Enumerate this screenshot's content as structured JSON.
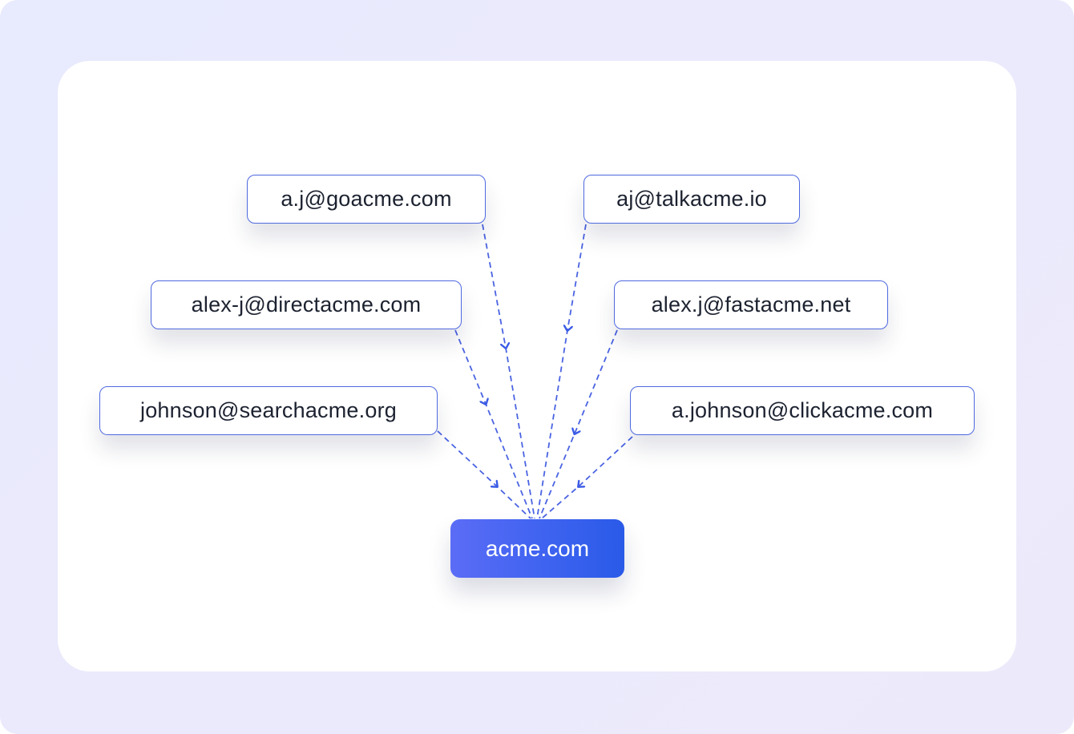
{
  "diagram": {
    "type": "many-to-one mapping",
    "sources": [
      {
        "id": "n1",
        "label": "a.j@goacme.com"
      },
      {
        "id": "n2",
        "label": "aj@talkacme.io"
      },
      {
        "id": "n3",
        "label": "alex-j@directacme.com"
      },
      {
        "id": "n4",
        "label": "alex.j@fastacme.net"
      },
      {
        "id": "n5",
        "label": "johnson@searchacme.org"
      },
      {
        "id": "n6",
        "label": "a.johnson@clickacme.com"
      }
    ],
    "target": {
      "id": "t",
      "label": "acme.com"
    },
    "edges": [
      {
        "from": "n1",
        "to": "t",
        "style": "dashed-arrow"
      },
      {
        "from": "n2",
        "to": "t",
        "style": "dashed-arrow"
      },
      {
        "from": "n3",
        "to": "t",
        "style": "dashed-arrow"
      },
      {
        "from": "n4",
        "to": "t",
        "style": "dashed-arrow"
      },
      {
        "from": "n5",
        "to": "t",
        "style": "dashed-arrow"
      },
      {
        "from": "n6",
        "to": "t",
        "style": "dashed-arrow"
      }
    ],
    "colors": {
      "edge": "#4a63e2",
      "node_border": "#4f69e0",
      "target_gradient_start": "#5b6cf6",
      "target_gradient_end": "#2a5ae8",
      "text": "#1c2230",
      "background": "#e8eafd"
    }
  }
}
